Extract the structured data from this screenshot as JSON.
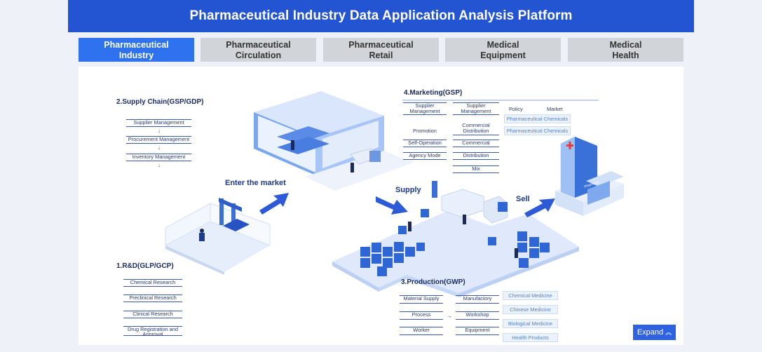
{
  "header": {
    "title": "Pharmaceutical Industry Data Application Analysis Platform"
  },
  "tabs": [
    {
      "label": "Pharmaceutical Industry",
      "active": true
    },
    {
      "label": "Pharmaceutical Circulation",
      "active": false
    },
    {
      "label": "Pharmaceutical Retail",
      "active": false
    },
    {
      "label": "Medical Equipment",
      "active": false
    },
    {
      "label": "Medical Health",
      "active": false
    }
  ],
  "sections": {
    "supply_chain": {
      "title": "2.Supply Chain(GSP/GDP)",
      "steps": [
        "Supplier Management",
        "Procurement Management",
        "Inventory Management"
      ]
    },
    "marketing": {
      "title": "4.Marketing(GSP)",
      "left": [
        "Supplier Management",
        "Promotion",
        "Self-Operation",
        "Agency Mode"
      ],
      "right": [
        "Supplier Management",
        "Commercial Distribution",
        "Commercial",
        "Distribution",
        "Mix"
      ],
      "policy_label": "Policy",
      "market_label": "Market",
      "chips": [
        "Pharmaceutical Chemicals",
        "Pharmaceutical Chemicals"
      ]
    },
    "rnd": {
      "title": "1.R&D(GLP/GCP)",
      "steps": [
        "Chemical Research",
        "Preclinical Research",
        "Clinical Research",
        "Drug Registration and Approval"
      ]
    },
    "production": {
      "title": "3.Production(GWP)",
      "left": [
        "Material Supply",
        "Process",
        "Worker"
      ],
      "right": [
        "Manufactory",
        "Workshop",
        "Equipment"
      ],
      "chips": [
        "Chemical Medicine",
        "Chinese Medicine",
        "Biological Medicine",
        "Health Products"
      ]
    }
  },
  "flows": {
    "enter_market": "Enter the market",
    "supply": "Supply",
    "sell": "Sell"
  },
  "pharmacy_sign": "Pharmacy",
  "expand": {
    "label": "Expand"
  },
  "colors": {
    "header": "#2355d3",
    "active_tab": "#2f72f0",
    "tab": "#d1d4d9",
    "accent": "#2d5bd8"
  }
}
